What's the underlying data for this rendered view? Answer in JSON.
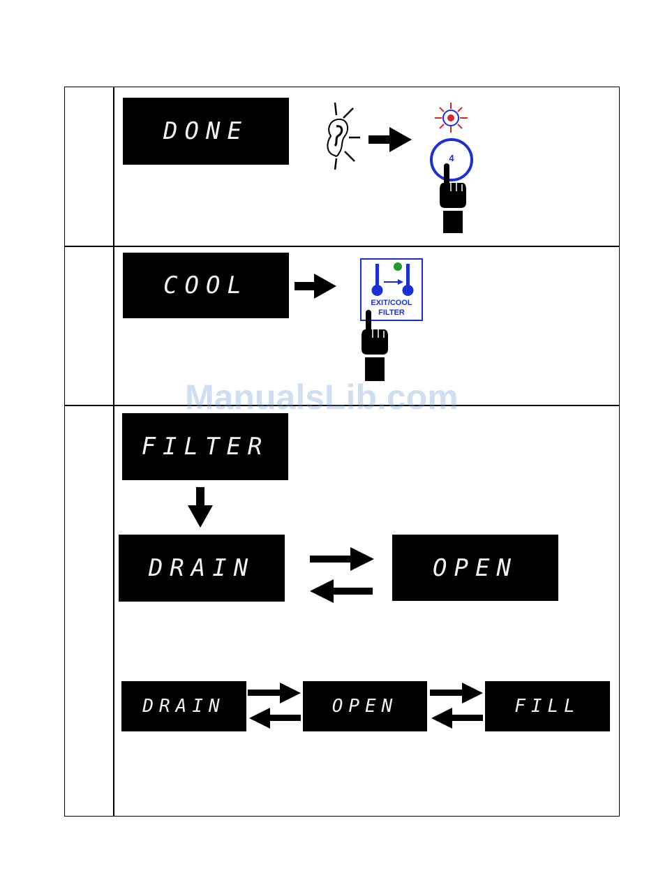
{
  "displays": {
    "done": "DONE",
    "cool": "COOL",
    "filter": "FILTER",
    "drain_large": "DRAIN",
    "open_large": "OPEN",
    "drain_small": "DRAIN",
    "open_small": "OPEN",
    "fill_small": "FILL"
  },
  "buttons": {
    "number_4": "4",
    "exit_cool_line1": "EXIT/COOL",
    "exit_cool_line2": "FILTER"
  },
  "watermark": "ManualsLib.com",
  "colors": {
    "button_blue": "#1a2fd6",
    "led_red": "#e0202a",
    "led_green": "#1f9a2e"
  }
}
